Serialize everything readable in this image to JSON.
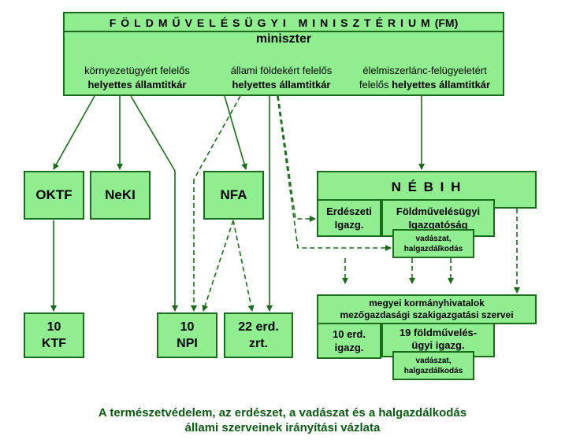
{
  "colors": {
    "box_fill": "#90ee90",
    "border": "#1a6b1a",
    "caption": "#0a5a12"
  },
  "ministry": {
    "title": "FÖLDMŰVELÉSÜGYI MINISZTÉRIUM",
    "abbr": "(FM)",
    "minister": "miniszter",
    "secretaries": [
      {
        "line1": "környezetügyért felelős",
        "line2": "helyettes államtitkár"
      },
      {
        "line1": "állami földekért felelős",
        "line2": "helyettes államtitkár"
      },
      {
        "line1": "élelmiszerlánc-felügyeletért",
        "line2a": "felelős ",
        "line2b": "helyettes államtitkár"
      }
    ]
  },
  "nodes": {
    "oktf": "OKTF",
    "neki": "NeKI",
    "nfa": "NFA",
    "nebih": "N É B I H",
    "erdeszeti": {
      "line1": "Erdészeti",
      "line2": "Igazg."
    },
    "foldmuveles": {
      "line1": "Földművelésügyi",
      "line2": "Igazgatóság"
    },
    "vadaszat_top": {
      "line1": "vadászat,",
      "line2": "halgazdálkodás"
    },
    "ktf": {
      "line1": "10",
      "line2": "KTF"
    },
    "npi": {
      "line1": "10",
      "line2": "NPI"
    },
    "erd_zrt": {
      "line1": "22 erd.",
      "line2": "zrt."
    },
    "megyei": {
      "line1": "megyei kormányhivatalok",
      "line2": "mezőgazdasági szakigazgatási szervei"
    },
    "erd_igazg": {
      "line1": "10 erd.",
      "line2": "igazg."
    },
    "foldm_igazg": {
      "line1": "19 földművelés-",
      "line2": "ügyi igazg."
    },
    "vadaszat_bottom": {
      "line1": "vadászat,",
      "line2": "halgazdálkodás"
    }
  },
  "caption": {
    "line1": "A természetvédelem, az erdészet, a vadászat és a halgazdálkodás",
    "line2": "állami szerveinek irányítási vázlata"
  }
}
